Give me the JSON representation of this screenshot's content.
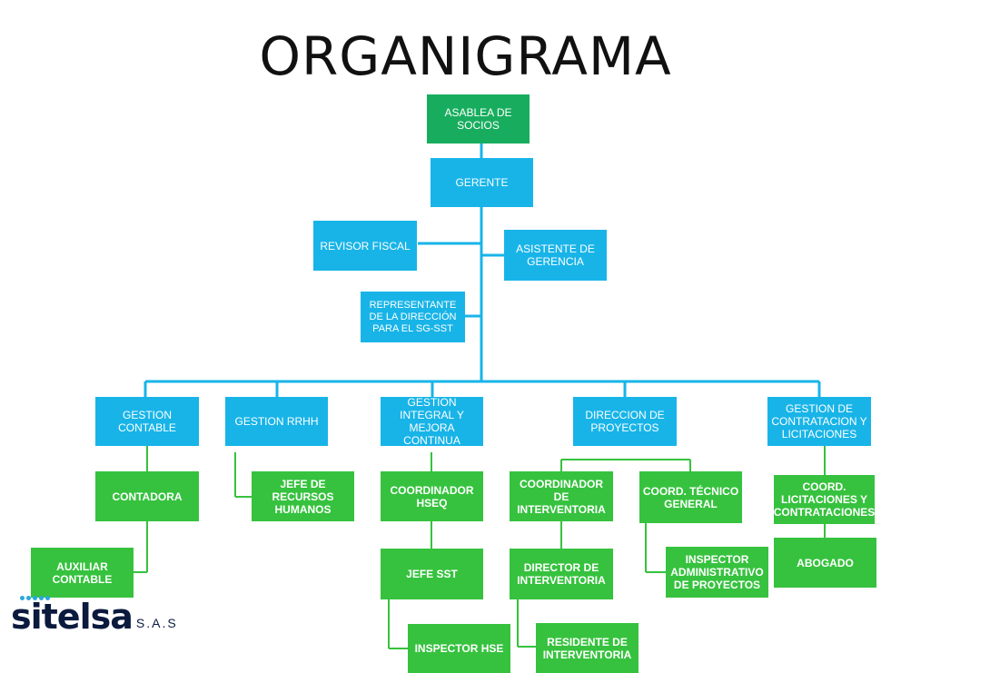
{
  "title": "ORGANIGRAMA",
  "colors": {
    "dark_green": "#18ad5e",
    "light_green": "#36c23e",
    "blue": "#18b4e8",
    "line": "#18b4e8"
  },
  "nodes": {
    "asamblea": "ASABLEA DE SOCIOS",
    "gerente": "GERENTE",
    "revisor": "REVISOR FISCAL",
    "asistente": "ASISTENTE DE GERENCIA",
    "representante": "REPRESENTANTE DE LA DIRECCIÓN PARA EL SG-SST",
    "gestion_contable": "GESTION CONTABLE",
    "gestion_rrhh": "GESTION RRHH",
    "gestion_integral": "GESTION INTEGRAL Y MEJORA CONTINUA",
    "direccion_proyectos": "DIRECCION DE PROYECTOS",
    "gestion_contratacion": "GESTION DE CONTRATACION Y LICITACIONES",
    "contadora": "CONTADORA",
    "auxiliar": "AUXILIAR CONTABLE",
    "jefe_rrhh": "JEFE DE RECURSOS HUMANOS",
    "coord_hseq": "COORDINADOR HSEQ",
    "jefe_sst": "JEFE SST",
    "inspector_hse": "INSPECTOR HSE",
    "coord_interventoria": "COORDINADOR DE INTERVENTORIA",
    "director_interventoria": "DIRECTOR DE INTERVENTORIA",
    "residente": "RESIDENTE DE INTERVENTORIA",
    "coord_tecnico": "COORD. TÉCNICO GENERAL",
    "inspector_admin": "INSPECTOR ADMINISTRATIVO DE PROYECTOS",
    "coord_licitaciones": "COORD. LICITACIONES Y CONTRATACIONES",
    "abogado": "ABOGADO"
  },
  "logo": {
    "word": "sitelsa",
    "suffix": "S.A.S"
  }
}
